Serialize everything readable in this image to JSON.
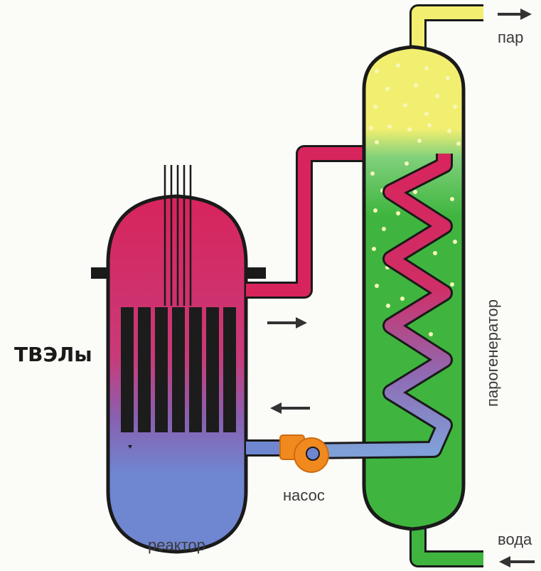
{
  "labels": {
    "fuel_rods": "ТВЭЛы",
    "reactor": "реактор",
    "pump": "насос",
    "steam_generator": "парогенератор",
    "steam": "пар",
    "water": "вода"
  },
  "colors": {
    "hot_coolant": "#d8245c",
    "cold_coolant": "#6f86d0",
    "water_green": "#3fb53f",
    "steam_yellow": "#f2ef70",
    "pump_orange": "#f08a1e",
    "fuel_rod": "#1c1c1c",
    "outline": "#1a1a1a",
    "arrow": "#333333"
  },
  "icons": [
    "arrow-right-icon",
    "arrow-left-icon"
  ]
}
